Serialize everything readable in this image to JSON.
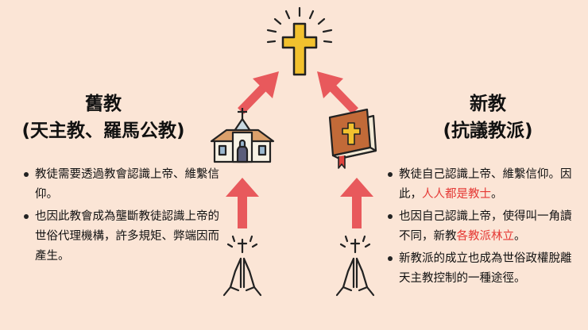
{
  "left": {
    "title_line1": "舊教",
    "title_line2": "(天主教、羅馬公教)",
    "bullets": [
      "教徒需要透過教會認識上帝、維繫信仰。",
      "也因此教會成為壟斷教徒認識上帝的世俗代理機構，許多規矩、弊端因而產生。"
    ]
  },
  "right": {
    "title_line1": "新教",
    "title_line2": "(抗議教派)",
    "bullets": [
      {
        "before": "教徒自己認識上帝、維繫信仰。因此，",
        "highlight": "人人都是教士",
        "after": "。"
      },
      {
        "before": "也因自己認識上帝，使得叫一角讀不同，新教",
        "highlight": "各教派林立",
        "after": "。"
      },
      {
        "before": "新教派的成立也成為世俗政權脫離天主教控制的一種途徑。",
        "highlight": "",
        "after": ""
      }
    ]
  },
  "colors": {
    "background": "#fbe5d6",
    "arrow": "#e8595c",
    "highlight": "#e53935",
    "cross": "#f2c12e"
  },
  "icons": [
    "radiant-cross-icon",
    "church-icon",
    "bible-icon",
    "praying-hands-icon"
  ]
}
